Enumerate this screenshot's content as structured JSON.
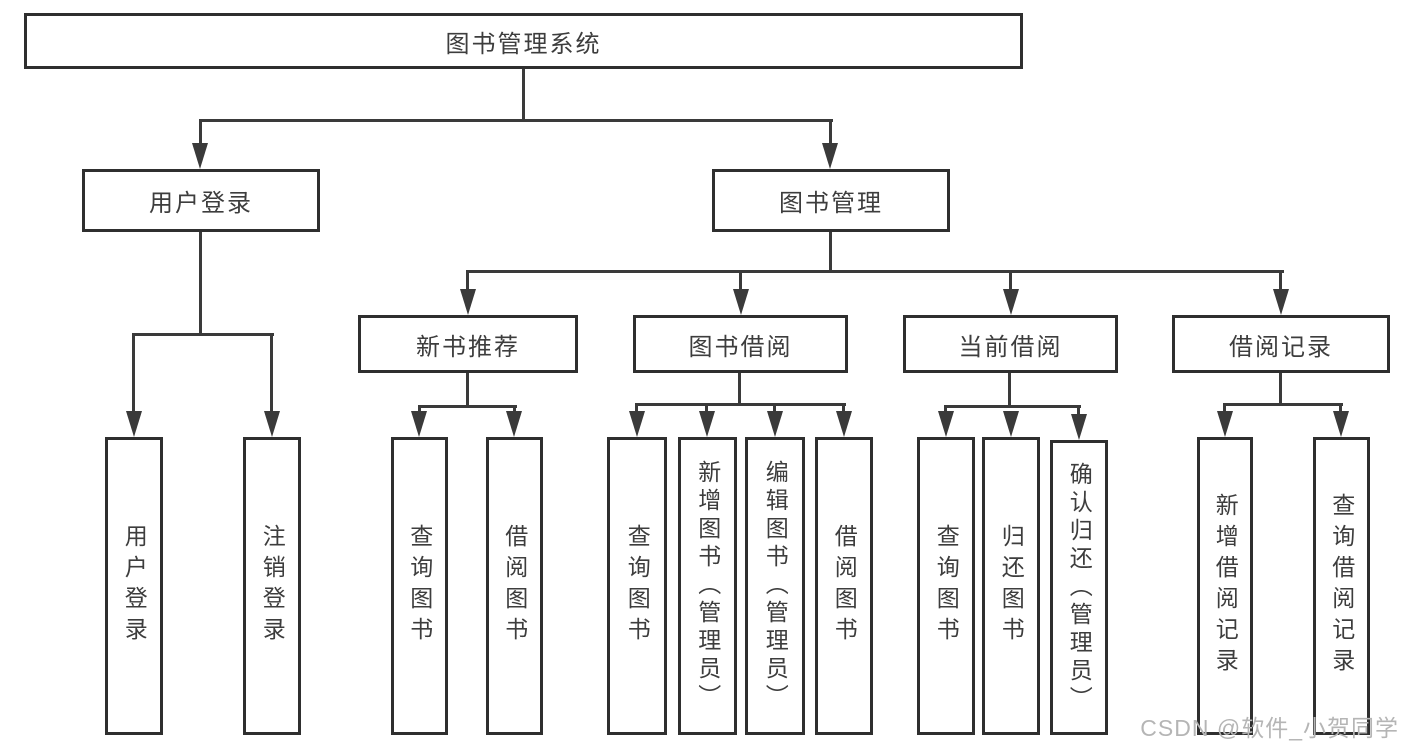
{
  "diagram_title": "图书管理系统",
  "nodes": {
    "root": "图书管理系统",
    "login": "用户登录",
    "mgmt": "图书管理",
    "rec": "新书推荐",
    "borrow": "图书借阅",
    "current": "当前借阅",
    "records": "借阅记录",
    "login_leaf1": "用户登录",
    "login_leaf2": "注销登录",
    "rec_leaf1": "查询图书",
    "rec_leaf2": "借阅图书",
    "borrow_leaf1": "查询图书",
    "borrow_leaf2": "新增图书（管理员）",
    "borrow_leaf3": "编辑图书（管理员）",
    "borrow_leaf4": "借阅图书",
    "current_leaf1": "查询图书",
    "current_leaf2": "归还图书",
    "current_leaf3": "确认归还（管理员）",
    "records_leaf1": "新增借阅记录",
    "records_leaf2": "查询借阅记录"
  },
  "watermark": "CSDN @软件_小贺同学",
  "colors": {
    "line": "#3a3a3a",
    "border": "#2f2f2f",
    "text": "#3d3d3d",
    "watermark": "#b5b5b5",
    "background": "#ffffff"
  }
}
